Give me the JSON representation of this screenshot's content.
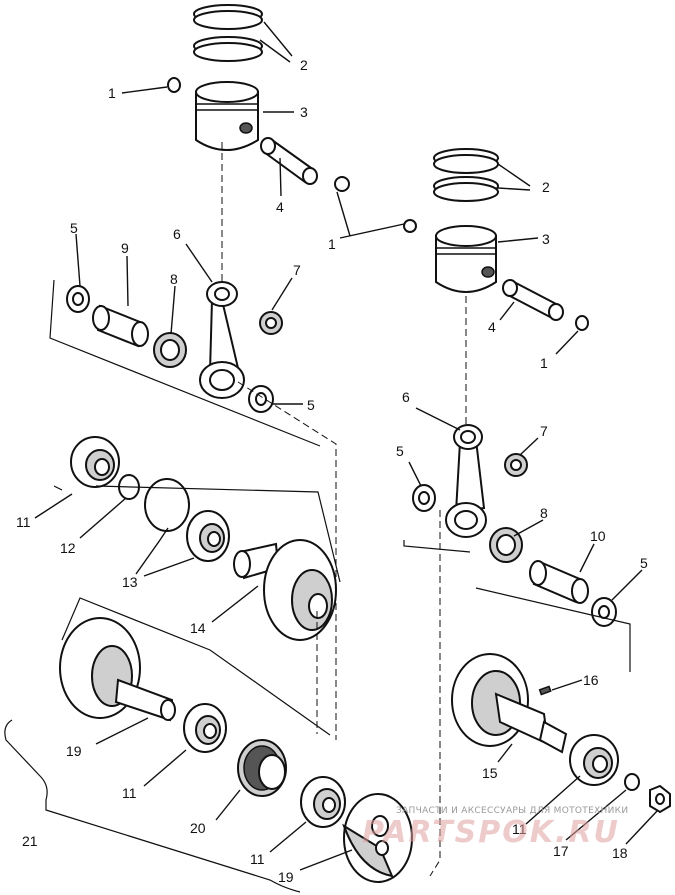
{
  "diagram": {
    "callouts": {
      "n1": "1",
      "n2": "2",
      "n3": "3",
      "n4": "4",
      "n5": "5",
      "n6": "6",
      "n7": "7",
      "n8": "8",
      "n9": "9",
      "n10": "10",
      "n11": "11",
      "n12": "12",
      "n13": "13",
      "n14": "14",
      "n15": "15",
      "n16": "16",
      "n17": "17",
      "n18": "18",
      "n19": "19",
      "n20": "20",
      "n21": "21"
    }
  },
  "watermark": {
    "caption": "ЗАПЧАСТИ И АКСЕССУАРЫ ДЛЯ МОТОТЕХНИКИ",
    "brand": "PARTSPOK.RU"
  }
}
